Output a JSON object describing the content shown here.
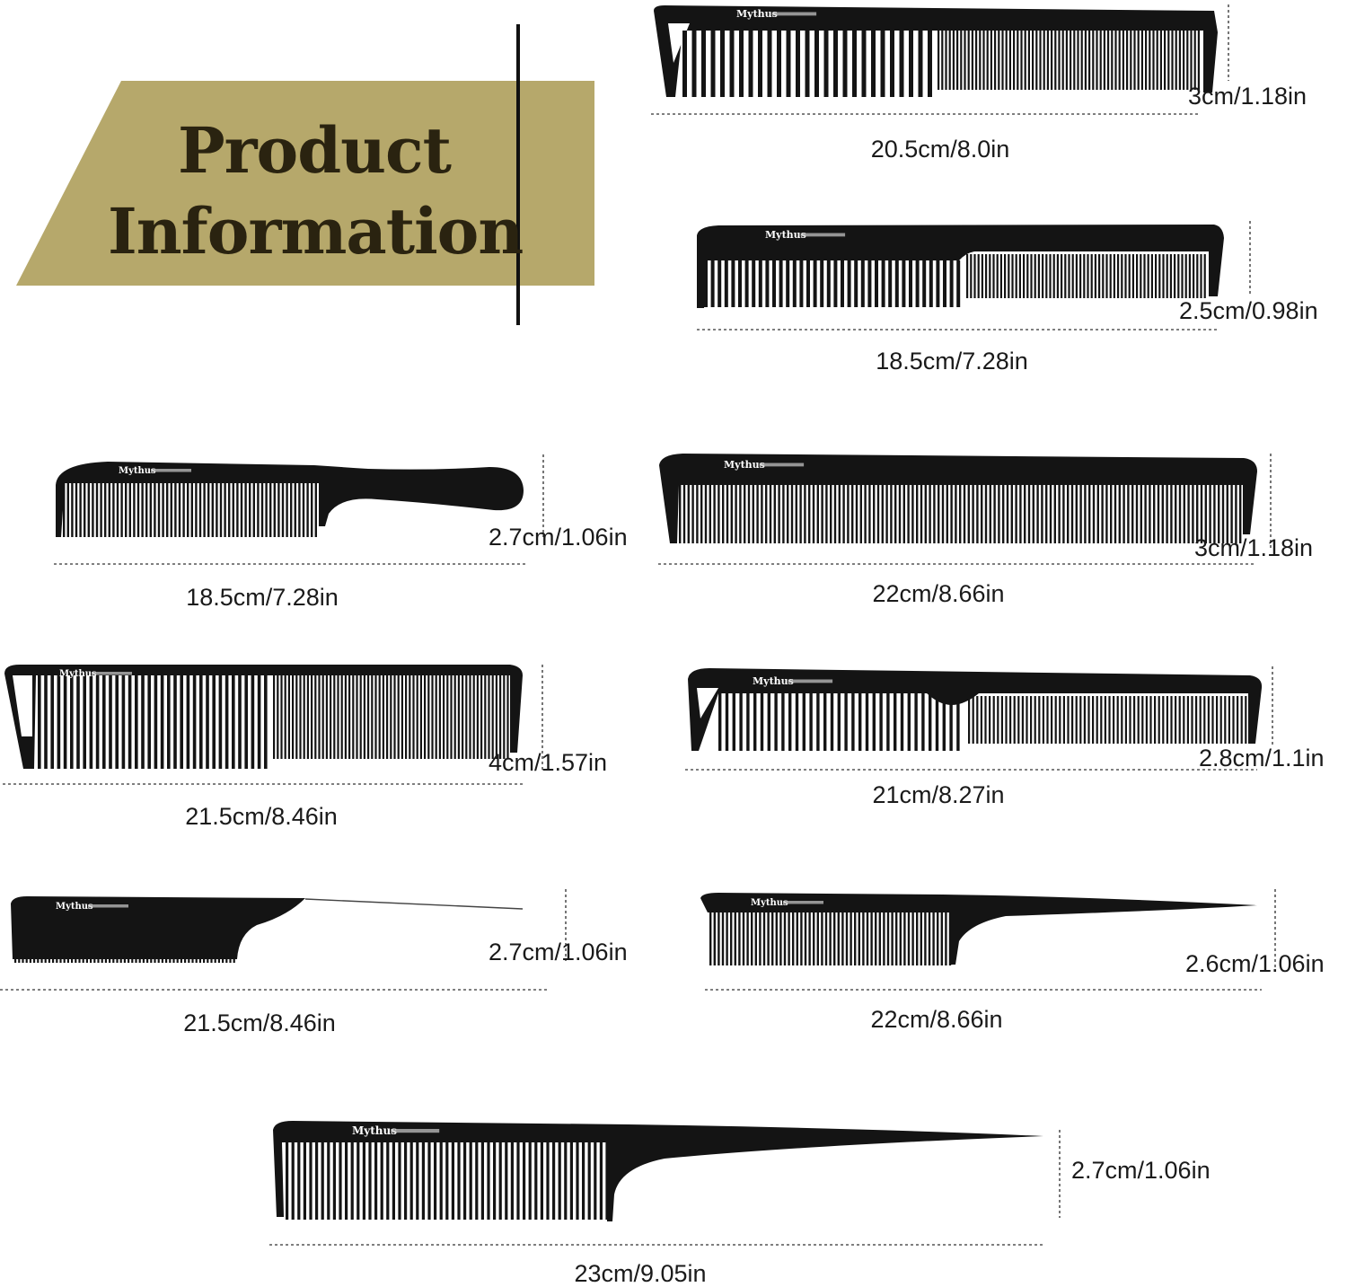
{
  "banner": {
    "line1": "Product",
    "line2": "Information",
    "color": "#b6a86b"
  },
  "brand_mark": "Mythus",
  "comb_color": "#141414",
  "combs": [
    {
      "id": "comb-1",
      "style": "wide-fine",
      "length": "20.5cm/8.0in",
      "height": "3cm/1.18in"
    },
    {
      "id": "comb-2",
      "style": "cutting",
      "length": "18.5cm/7.28in",
      "height": "2.5cm/0.98in"
    },
    {
      "id": "comb-3",
      "style": "handle",
      "length": "18.5cm/7.28in",
      "height": "2.7cm/1.06in"
    },
    {
      "id": "comb-4",
      "style": "straight",
      "length": "22cm/8.66in",
      "height": "3cm/1.18in"
    },
    {
      "id": "comb-5",
      "style": "wide-fine",
      "length": "21.5cm/8.46in",
      "height": "4cm/1.57in"
    },
    {
      "id": "comb-6",
      "style": "notched",
      "length": "21cm/8.27in",
      "height": "2.8cm/1.1in"
    },
    {
      "id": "comb-7",
      "style": "pintail-metal",
      "length": "21.5cm/8.46in",
      "height": "2.7cm/1.06in"
    },
    {
      "id": "comb-8",
      "style": "rattail",
      "length": "22cm/8.66in",
      "height": "2.6cm/1.06in"
    },
    {
      "id": "comb-9",
      "style": "rattail",
      "length": "23cm/9.05in",
      "height": "2.7cm/1.06in"
    }
  ]
}
